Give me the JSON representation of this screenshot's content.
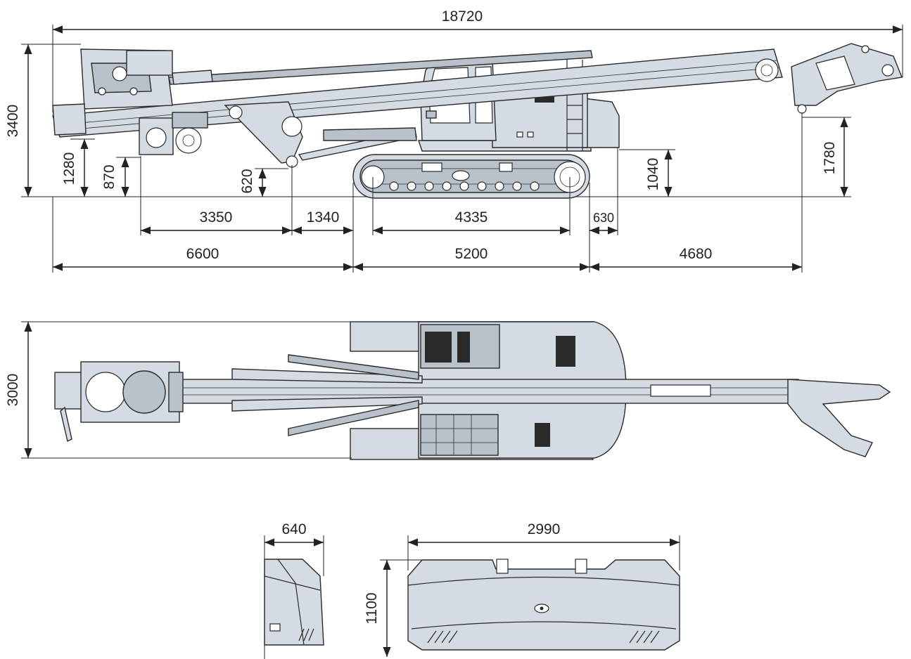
{
  "dimensions": {
    "side_view": {
      "total_length": "18720",
      "total_height": "3400",
      "mast_bottom_height": "1280",
      "counterweight_clearance": "870",
      "pivot_height": "620",
      "superstructure_clearance": "1040",
      "head_height": "1780",
      "rear_to_pivot": "3350",
      "pivot_to_track": "1340",
      "track_center": "4335",
      "tail_offset": "630",
      "rear_overhang": "6600",
      "track_length": "5200",
      "front_overhang": "4680"
    },
    "top_view": {
      "total_width": "3000"
    },
    "counterweight_view": {
      "side_width": "640",
      "front_width": "2990",
      "height": "1100"
    }
  },
  "colors": {
    "body": "#d4dbe2",
    "body_dark": "#b9c2cb",
    "line": "#2a2a2a",
    "dimension": "#222222"
  }
}
